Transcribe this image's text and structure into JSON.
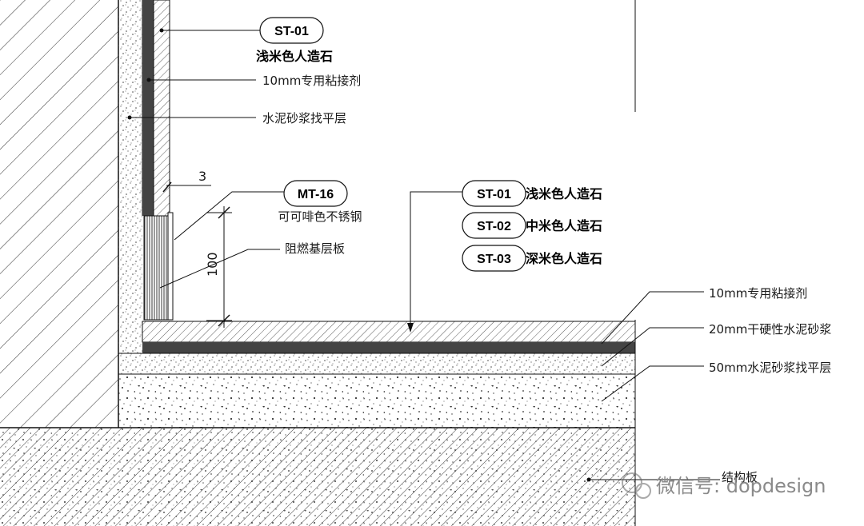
{
  "top_tag": {
    "code": "ST-01",
    "name": "浅米色人造石"
  },
  "wall_labels": {
    "adhesive": "10mm专用粘接剂",
    "leveling": "水泥砂浆找平层"
  },
  "dimension_small": "3",
  "dimension_height": "100",
  "trim_tag": {
    "code": "MT-16",
    "name": "可可啡色不锈钢"
  },
  "base_board_label": "阻燃基层板",
  "legend_tags": [
    {
      "code": "ST-01",
      "name": "浅米色人造石"
    },
    {
      "code": "ST-02",
      "name": "中米色人造石"
    },
    {
      "code": "ST-03",
      "name": "深米色人造石"
    }
  ],
  "floor_labels": {
    "adhesive": "10mm专用粘接剂",
    "dry_mortar": "20mm干硬性水泥砂浆",
    "leveling": "50mm水泥砂浆找平层",
    "slab": "结构板"
  },
  "watermark": "微信号: dopdesign"
}
